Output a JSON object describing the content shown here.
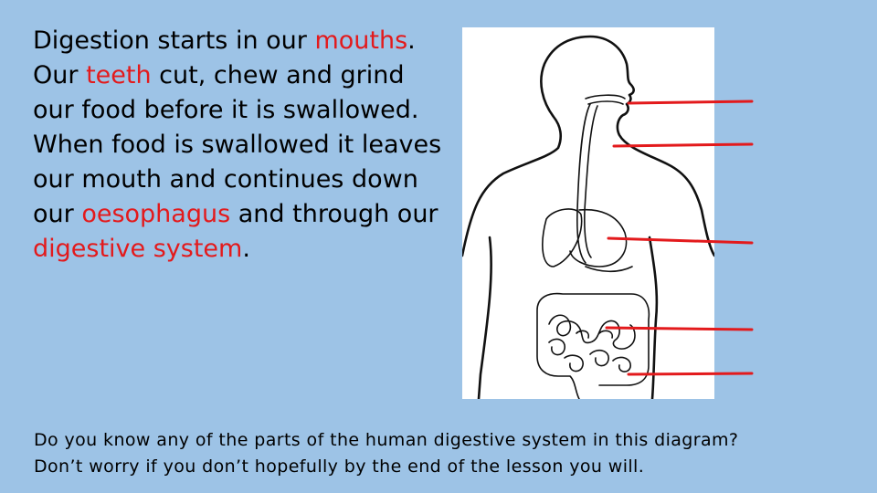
{
  "intro": {
    "line1_start": "Digestion starts in our ",
    "mouths": "mouths",
    "line1_mid": ". Our ",
    "teeth": "teeth",
    "line1_end": " cut, chew and grind our food before it is swallowed.",
    "line2_start": "When food is swallowed it leaves our mouth and continues down our ",
    "oesophagus": "oesophagus",
    "line2_mid": " and through our ",
    "digestive_system": "digestive system",
    "line2_end": "."
  },
  "footer": {
    "question": "Do you know any of the parts of the human digestive system in this diagram?",
    "reassurance": "Don’t worry if you don’t hopefully by the end of the lesson you will."
  },
  "colors": {
    "background": "#9dc3e6",
    "highlight": "#e31a1c",
    "label_line": "#e31a1c"
  },
  "diagram": {
    "subject": "human digestive system outline",
    "label_lines_count": 5
  }
}
